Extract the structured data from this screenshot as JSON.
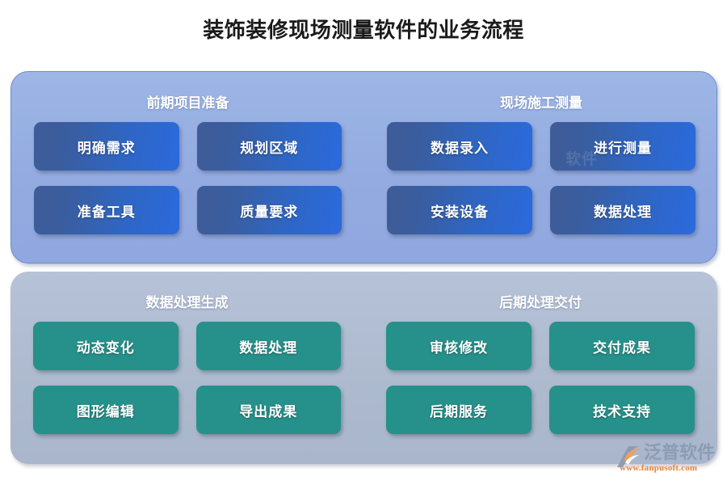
{
  "page": {
    "title": "装饰装修现场测量软件的业务流程",
    "background": "#ffffff"
  },
  "colors": {
    "panel_blue": "#93aee2",
    "panel_gray": "#b0bdd4",
    "item_blue_start": "#3a5d9e",
    "item_blue_end": "#2d6ae0",
    "item_green": "#26908a",
    "title_text": "#1a1a1a",
    "box_text": "#ffffff",
    "logo_name": "#8c9cb4",
    "logo_url": "#e8833a"
  },
  "panels": [
    {
      "id": "panel-upper",
      "style": "blue",
      "groups": [
        {
          "id": "group-preparation",
          "title": "前期项目准备",
          "items": [
            {
              "label": "明确需求"
            },
            {
              "label": "规划区域"
            },
            {
              "label": "准备工具"
            },
            {
              "label": "质量要求"
            }
          ]
        },
        {
          "id": "group-site-measurement",
          "title": "现场施工测量",
          "items": [
            {
              "label": "数据录入"
            },
            {
              "label": "进行测量"
            },
            {
              "label": "安装设备"
            },
            {
              "label": "数据处理"
            }
          ]
        }
      ]
    },
    {
      "id": "panel-lower",
      "style": "gray",
      "groups": [
        {
          "id": "group-data-generation",
          "title": "数据处理生成",
          "items": [
            {
              "label": "动态变化"
            },
            {
              "label": "数据处理"
            },
            {
              "label": "图形编辑"
            },
            {
              "label": "导出成果"
            }
          ]
        },
        {
          "id": "group-post-delivery",
          "title": "后期处理交付",
          "items": [
            {
              "label": "审核修改"
            },
            {
              "label": "交付成果"
            },
            {
              "label": "后期服务"
            },
            {
              "label": "技术支持"
            }
          ]
        }
      ]
    }
  ],
  "watermark": {
    "text": "软件"
  },
  "logo": {
    "name": "泛普软件",
    "url": "www.fanpusoft.com"
  }
}
